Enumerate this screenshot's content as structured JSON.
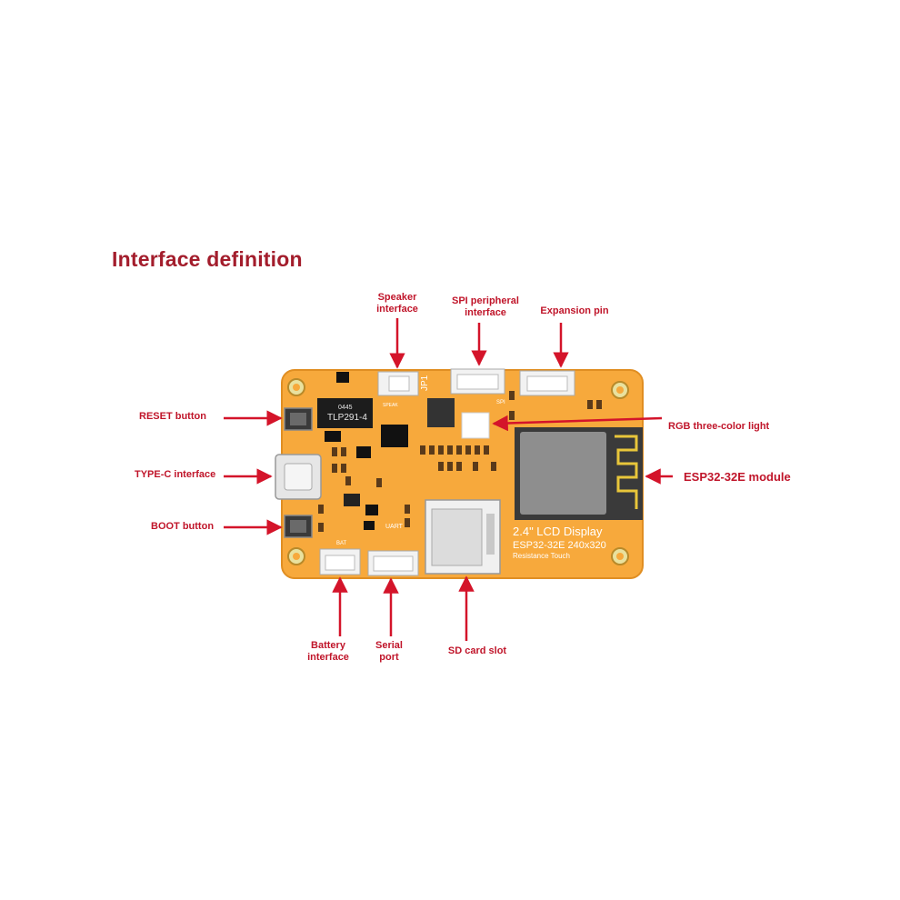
{
  "title": "Interface definition",
  "labels": {
    "speaker": [
      "Speaker",
      "interface"
    ],
    "spi": [
      "SPI peripheral",
      "interface"
    ],
    "expansion": "Expansion pin",
    "reset": "RESET button",
    "typec": "TYPE-C interface",
    "boot": "BOOT button",
    "rgb": "RGB three-color light",
    "esp": "ESP32-32E module",
    "battery": [
      "Battery",
      "interface"
    ],
    "serial": [
      "Serial",
      "port"
    ],
    "sd": "SD card slot"
  },
  "board_text": {
    "lcd_line1": "2.4\" LCD Display",
    "lcd_line2": "ESP32-32E 240x320",
    "lcd_line3": "Resistance Touch",
    "chip": "TLP291-4",
    "chip_top": "0445",
    "jp1": "JP1",
    "uart": "UART",
    "bat": "BAT",
    "spi": "SPI",
    "speak": "SPEAK"
  },
  "colors": {
    "board": "#f7a93c",
    "board_edge": "#e08e22",
    "label": "#c0152a",
    "title": "#a31d2c"
  }
}
